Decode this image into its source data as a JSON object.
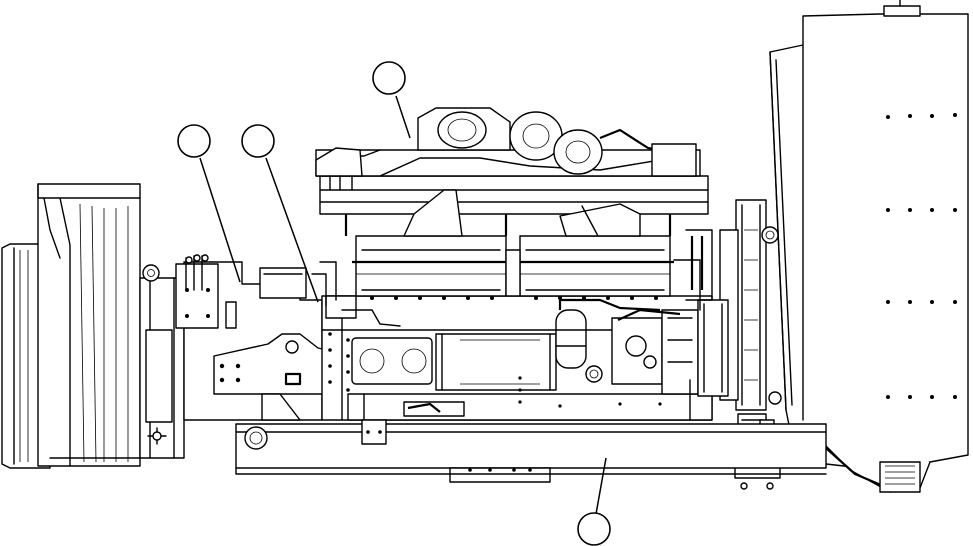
{
  "figure": {
    "callouts": [
      {
        "id": "callout-1",
        "label": ""
      },
      {
        "id": "callout-2",
        "label": ""
      },
      {
        "id": "callout-3",
        "label": ""
      },
      {
        "id": "callout-4",
        "label": ""
      }
    ]
  }
}
